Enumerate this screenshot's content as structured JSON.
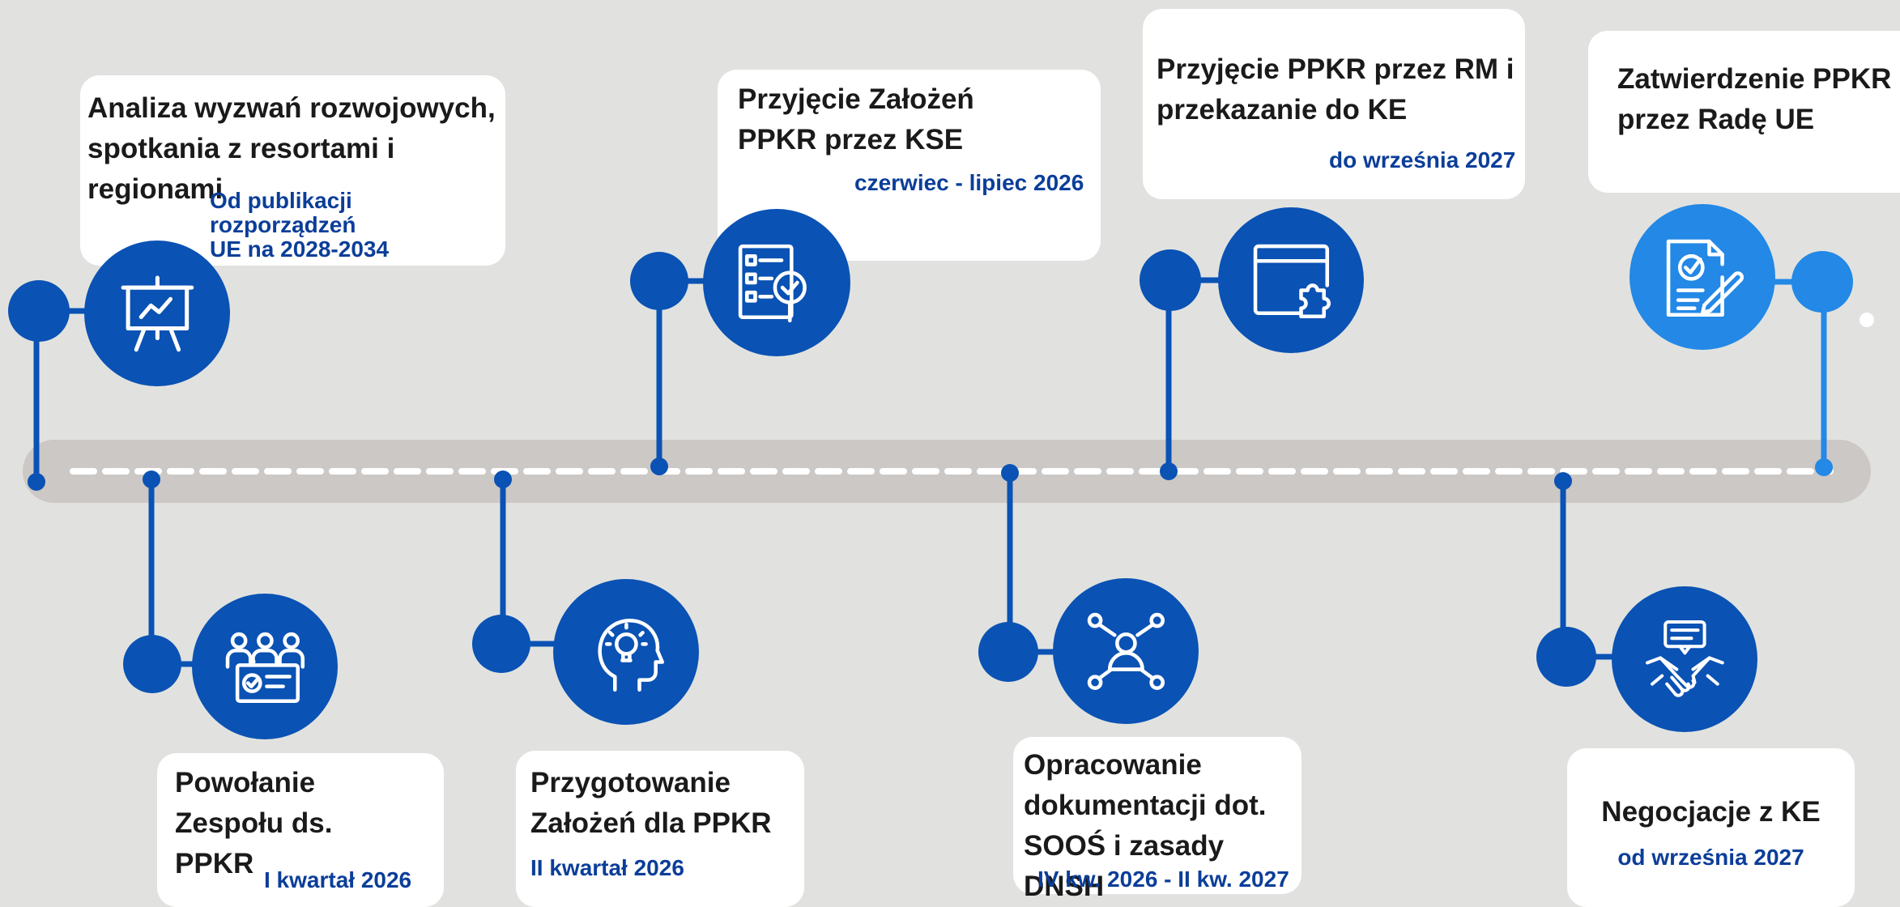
{
  "colors": {
    "background": "#e1e2df",
    "primary_blue": "#0a52b4",
    "light_blue": "#2388e6",
    "date_blue": "#0b3e99",
    "track": "#ccc8c6",
    "card": "#ffffff",
    "text": "#1a1a1a"
  },
  "milestones": [
    {
      "title": "Analiza wyzwań rozwojowych,\nspotkania z resortami i\nregionami",
      "date": "Od publikacji rozporządzeń\nUE na 2028-2034",
      "icon": "presentation-board-icon"
    },
    {
      "title": "Powołanie\nZespołu ds.\nPPKR",
      "date": "I kwartał 2026",
      "icon": "team-meeting-icon"
    },
    {
      "title": "Przygotowanie\nZałożeń dla PPKR",
      "date": "II kwartał 2026",
      "icon": "head-idea-icon"
    },
    {
      "title": "Przyjęcie Założeń\nPPKR przez KSE",
      "date": "czerwiec - lipiec 2026",
      "icon": "checklist-search-icon"
    },
    {
      "title": "Opracowanie\ndokumentacji dot.\nSOOŚ i zasady DNSH",
      "date": "IV kw. 2026 - II kw. 2027",
      "icon": "network-person-icon"
    },
    {
      "title": "Przyjęcie PPKR przez RM i\nprzekazanie do KE",
      "date": "do września 2027",
      "icon": "browser-puzzle-icon"
    },
    {
      "title": "Negocjacje z KE",
      "date": "od września 2027",
      "icon": "handshake-chat-icon"
    },
    {
      "title": "Zatwierdzenie PPKR\nprzez Radę UE",
      "date": "",
      "icon": "approved-document-icon"
    }
  ]
}
